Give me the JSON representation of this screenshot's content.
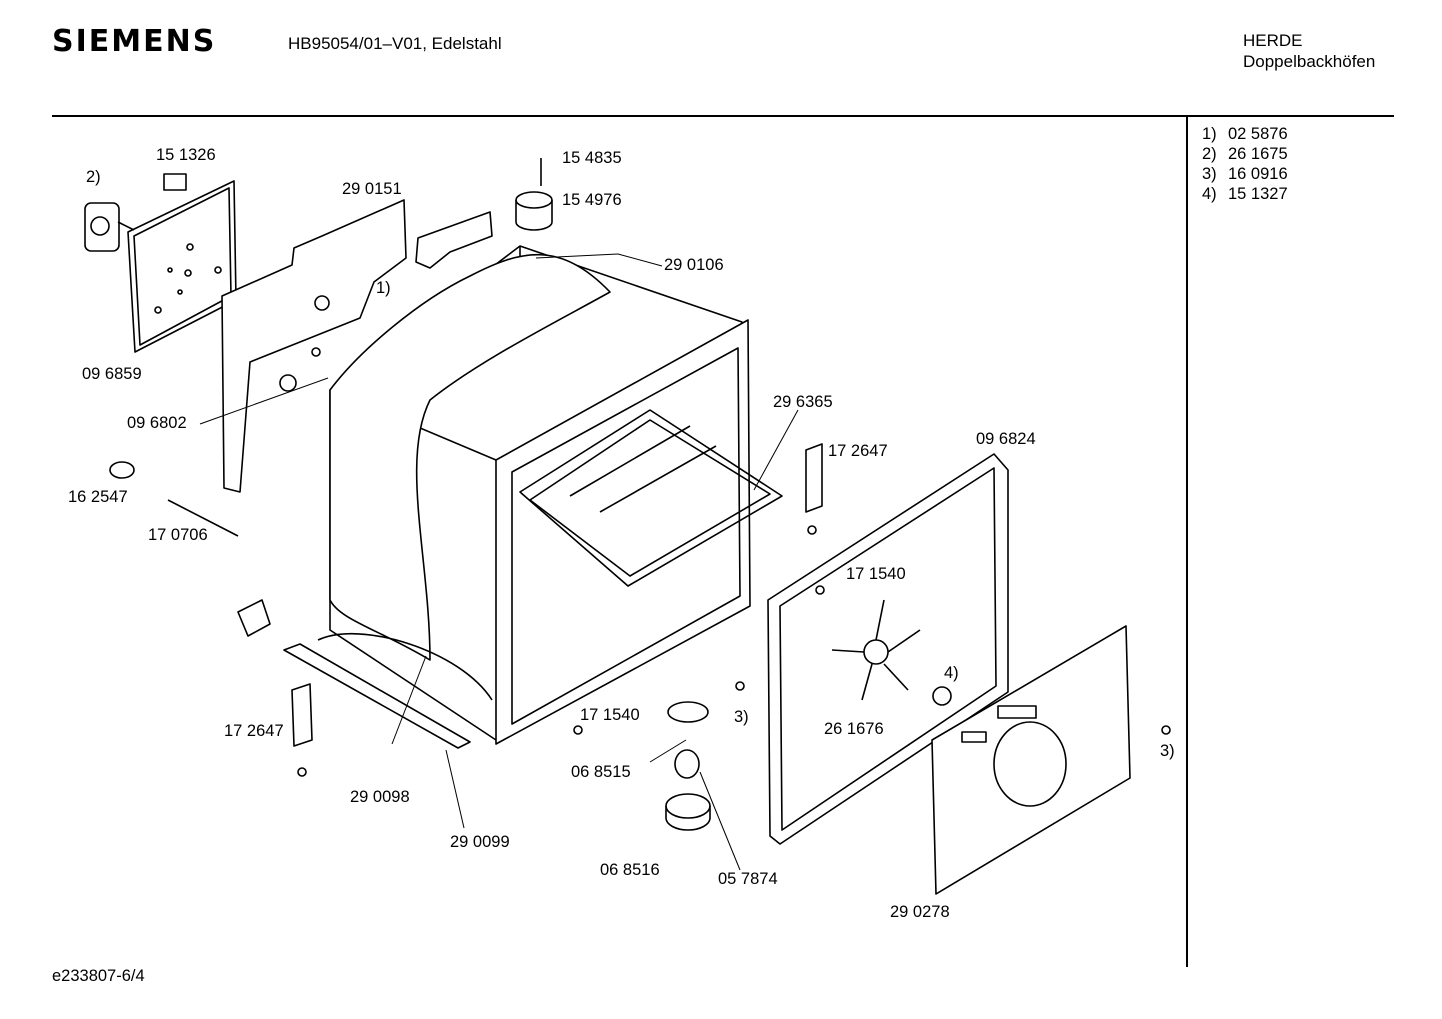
{
  "header": {
    "brand": "SIEMENS",
    "model": "HB95054/01–V01, Edelstahl",
    "category_line1": "HERDE",
    "category_line2": "Doppelbackhöfen"
  },
  "footnotes": [
    {
      "key": "1)",
      "part": "02 5876"
    },
    {
      "key": "2)",
      "part": "26 1675"
    },
    {
      "key": "3)",
      "part": "16 0916"
    },
    {
      "key": "4)",
      "part": "15 1327"
    }
  ],
  "part_labels": {
    "p151326": "15 1326",
    "fn2_a": "2)",
    "p290151": "29 0151",
    "p154835": "15 4835",
    "p154976": "15 4976",
    "p290106": "29 0106",
    "fn1_a": "1)",
    "p096859": "09 6859",
    "p096802": "09 6802",
    "p296365": "29 6365",
    "p172647_r": "17 2647",
    "p096824": "09 6824",
    "p162547": "16 2547",
    "p170706": "17 0706",
    "p171540_r": "17 1540",
    "fn4": "4)",
    "p261676": "26 1676",
    "fn3_a": "3)",
    "fn3_b": "3)",
    "p171540_l": "17 1540",
    "p172647_l": "17 2647",
    "p068515": "06 8515",
    "p290098": "29 0098",
    "p290099": "29 0099",
    "p068516": "06 8516",
    "p057874": "05 7874",
    "p290278": "29 0278"
  },
  "footer": {
    "doc_id": "e233807-6/4"
  }
}
